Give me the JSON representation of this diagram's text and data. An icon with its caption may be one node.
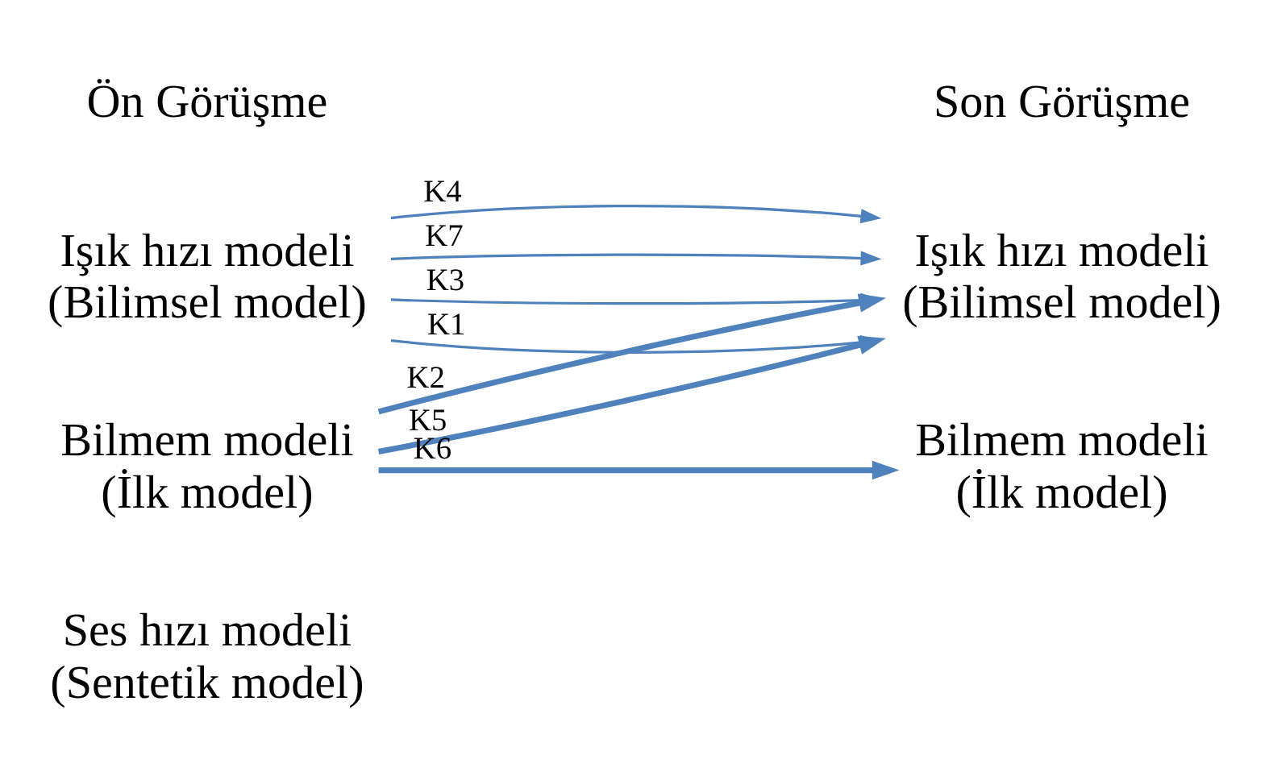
{
  "diagram": {
    "nodes": [
      {
        "text": [
          "Işık hızı modeli",
          "(Bilimsel model)"
        ]
      },
      {
        "text": [
          "Bilmem modeli",
          "(İlk model)"
        ]
      },
      {
        "text": [
          "Ses hızı modeli",
          "(Sentetik model)"
        ]
      },
      {
        "text": [
          "Işık hızı modeli",
          "(Bilimsel model)"
        ]
      },
      {
        "text": [
          "Bilmem modeli",
          "(İlk model)"
        ]
      }
    ],
    "edges": [
      {
        "from": 0,
        "to": 3,
        "arrow": "to",
        "label": "K1"
      },
      {
        "from": 0,
        "to": 3,
        "arrow": "to",
        "label": "K3"
      },
      {
        "from": 0,
        "to": 3,
        "arrow": "to",
        "label": "K7"
      },
      {
        "from": 0,
        "to": 3,
        "arrow": "to",
        "label": "K4"
      },
      {
        "from": 1,
        "to": 3,
        "arrow": "to",
        "label": "K5",
        "style": "thick"
      },
      {
        "from": 1,
        "to": 3,
        "arrow": "to",
        "label": "K2",
        "style": "thick"
      },
      {
        "from": 1,
        "to": 4,
        "arrow": "to",
        "label": "K6",
        "style": "thick"
      }
    ],
    "labels": [
      "Ön Görüşme",
      "Son Görüşme"
    ]
  }
}
